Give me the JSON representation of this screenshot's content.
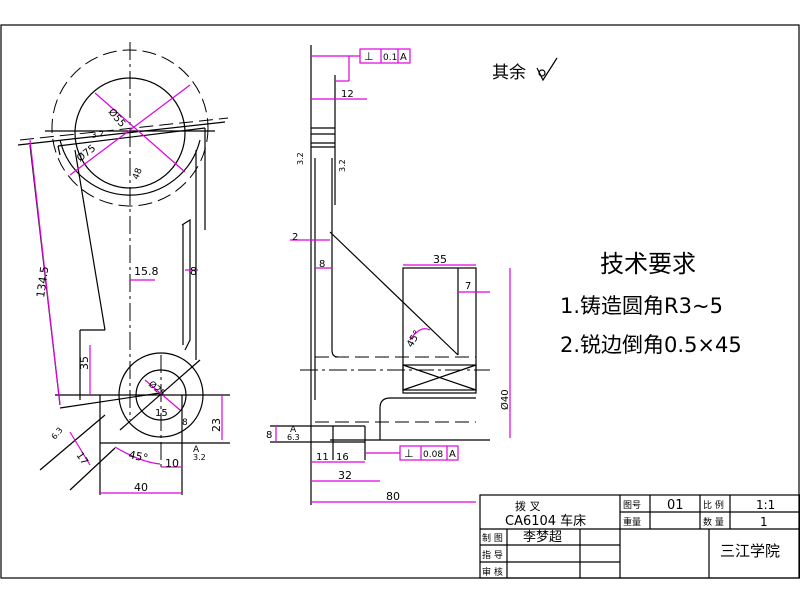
{
  "front_view": {
    "dims": {
      "phi55": "Ø55",
      "phi75": "Ø75",
      "r48": "48",
      "r32a": "3.2",
      "len134": "134.5",
      "w15_8": "15.8",
      "w8": "8",
      "h35": "35",
      "phi25": "Ø25",
      "r15": "15",
      "r8": "8",
      "h23": "23",
      "rough32": "3.2",
      "ang45": "45°",
      "w10": "10",
      "w40": "40",
      "w17": "17",
      "rough63": "6.3",
      "datum": "A"
    }
  },
  "side_view": {
    "tol_top": {
      "symbol": "⊥",
      "value": "0.1",
      "datum": "A"
    },
    "dim12": "12",
    "rough_l": "3.2",
    "rough_r": "3.2",
    "dim2": "2",
    "dim8": "8",
    "dim35": "35",
    "dim7": "7",
    "ang45": "45°",
    "phi40": "Ø40",
    "dim8b": "8",
    "rough63": "6.3",
    "datumA": "A",
    "dim11": "11",
    "dim16": "16",
    "tol_bot": {
      "symbol": "⊥",
      "value": "0.08",
      "datum": "A"
    },
    "dim32": "32",
    "dim80": "80"
  },
  "notes": {
    "rest_rough": "其余",
    "title": "技术要求",
    "item1": "1.铸造圆角R3~5",
    "item2": "2.锐边倒角0.5×45"
  },
  "title_block": {
    "part_name": "拨 叉",
    "model": "CA6104 车床",
    "drawing_no_label": "图号",
    "drawing_no": "01",
    "scale_label": "比 例",
    "scale": "1:1",
    "weight_label": "重量",
    "qty_label": "数 量",
    "qty": "1",
    "drawn_label": "制 图",
    "drawn_by": "李梦超",
    "guide_label": "指 导",
    "review_label": "审 核",
    "school": "三江学院"
  }
}
